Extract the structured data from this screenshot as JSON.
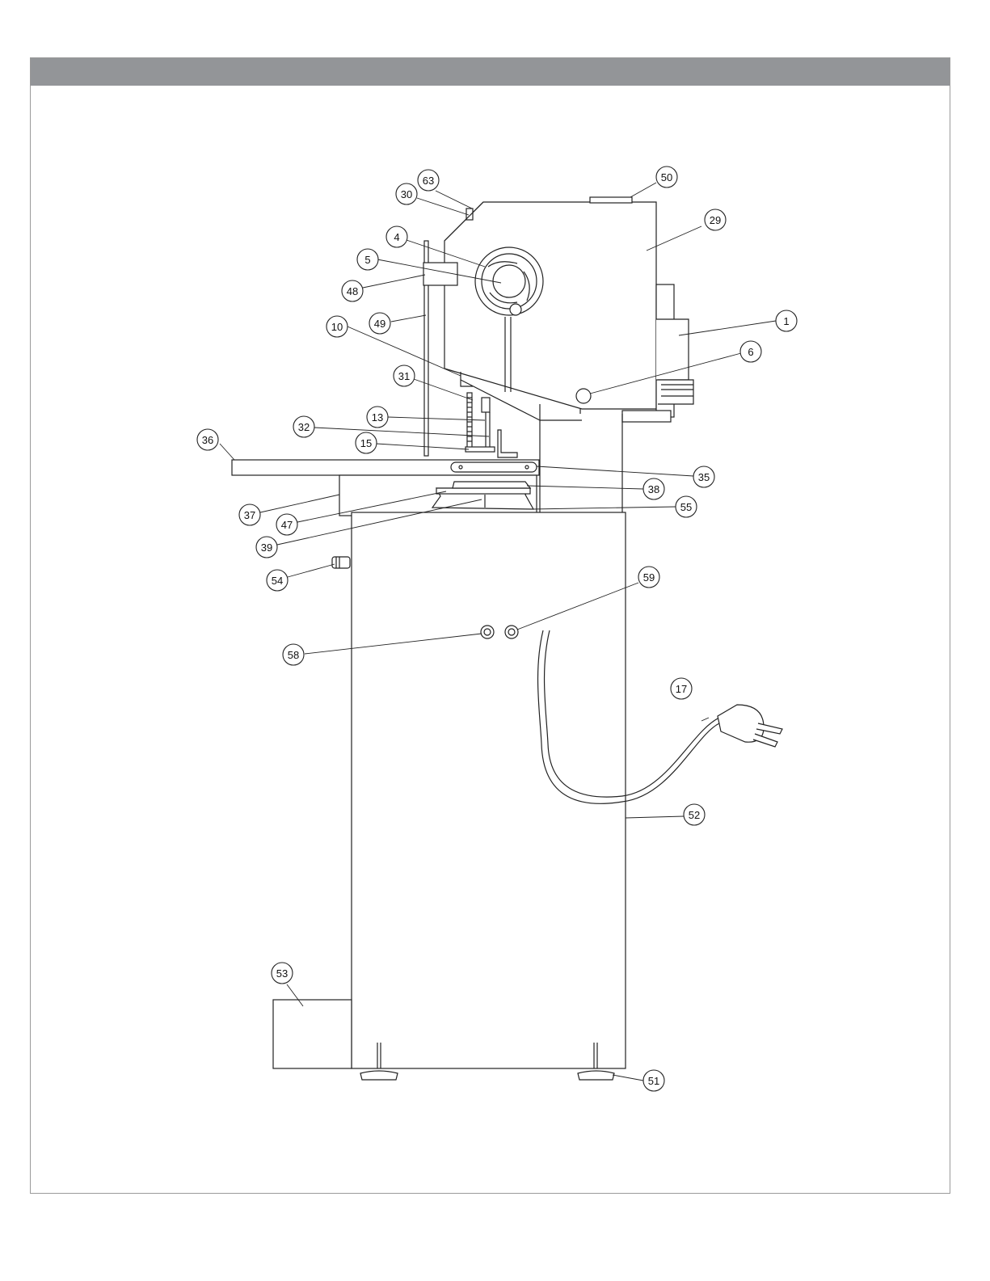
{
  "callouts": [
    "1",
    "4",
    "5",
    "6",
    "10",
    "13",
    "15",
    "17",
    "29",
    "30",
    "31",
    "32",
    "35",
    "36",
    "37",
    "38",
    "39",
    "47",
    "48",
    "49",
    "50",
    "51",
    "52",
    "53",
    "54",
    "55",
    "58",
    "59",
    "63"
  ]
}
